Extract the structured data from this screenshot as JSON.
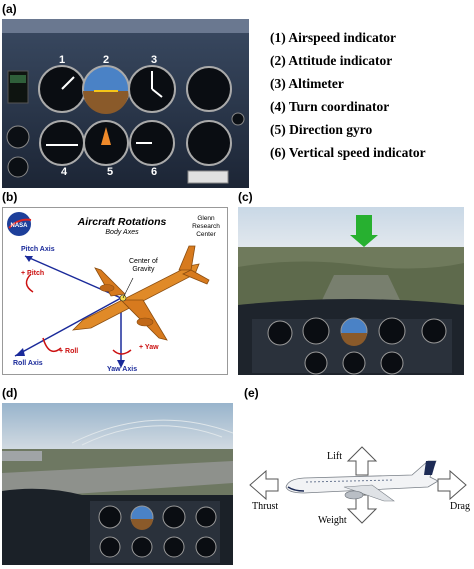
{
  "labels": {
    "a": "(a)",
    "b": "(b)",
    "c": "(c)",
    "d": "(d)",
    "e": "(e)"
  },
  "panel_a": {
    "gauge_numbers": [
      "1",
      "2",
      "3",
      "4",
      "5",
      "6"
    ],
    "legend": [
      "(1) Airspeed indicator",
      "(2) Attitude indicator",
      "(3) Altimeter",
      "(4) Turn coordinator",
      "(5) Direction gyro",
      "(6) Vertical speed indicator"
    ]
  },
  "panel_b": {
    "logo": "NASA",
    "title": "Aircraft  Rotations",
    "subtitle": "Body Axes",
    "glenn": [
      "Glenn",
      "Research",
      "Center"
    ],
    "pitch_axis": "Pitch Axis",
    "pitch": "+ Pitch",
    "center_of_gravity": [
      "Center of",
      "Gravity"
    ],
    "yaw": "+ Yaw",
    "roll": "+ Roll",
    "roll_axis": "Roll  Axis",
    "yaw_axis": "Yaw Axis"
  },
  "panel_e": {
    "lift": "Lift",
    "thrust": "Thrust",
    "weight": "Weight",
    "drag": "Drag"
  },
  "colors": {
    "plane_orange": "#e08a28",
    "axis_blue": "#1a2a9a",
    "rotation_red": "#cc1111",
    "panel_dark": "#1b2330",
    "sky": "#b9cde0"
  }
}
